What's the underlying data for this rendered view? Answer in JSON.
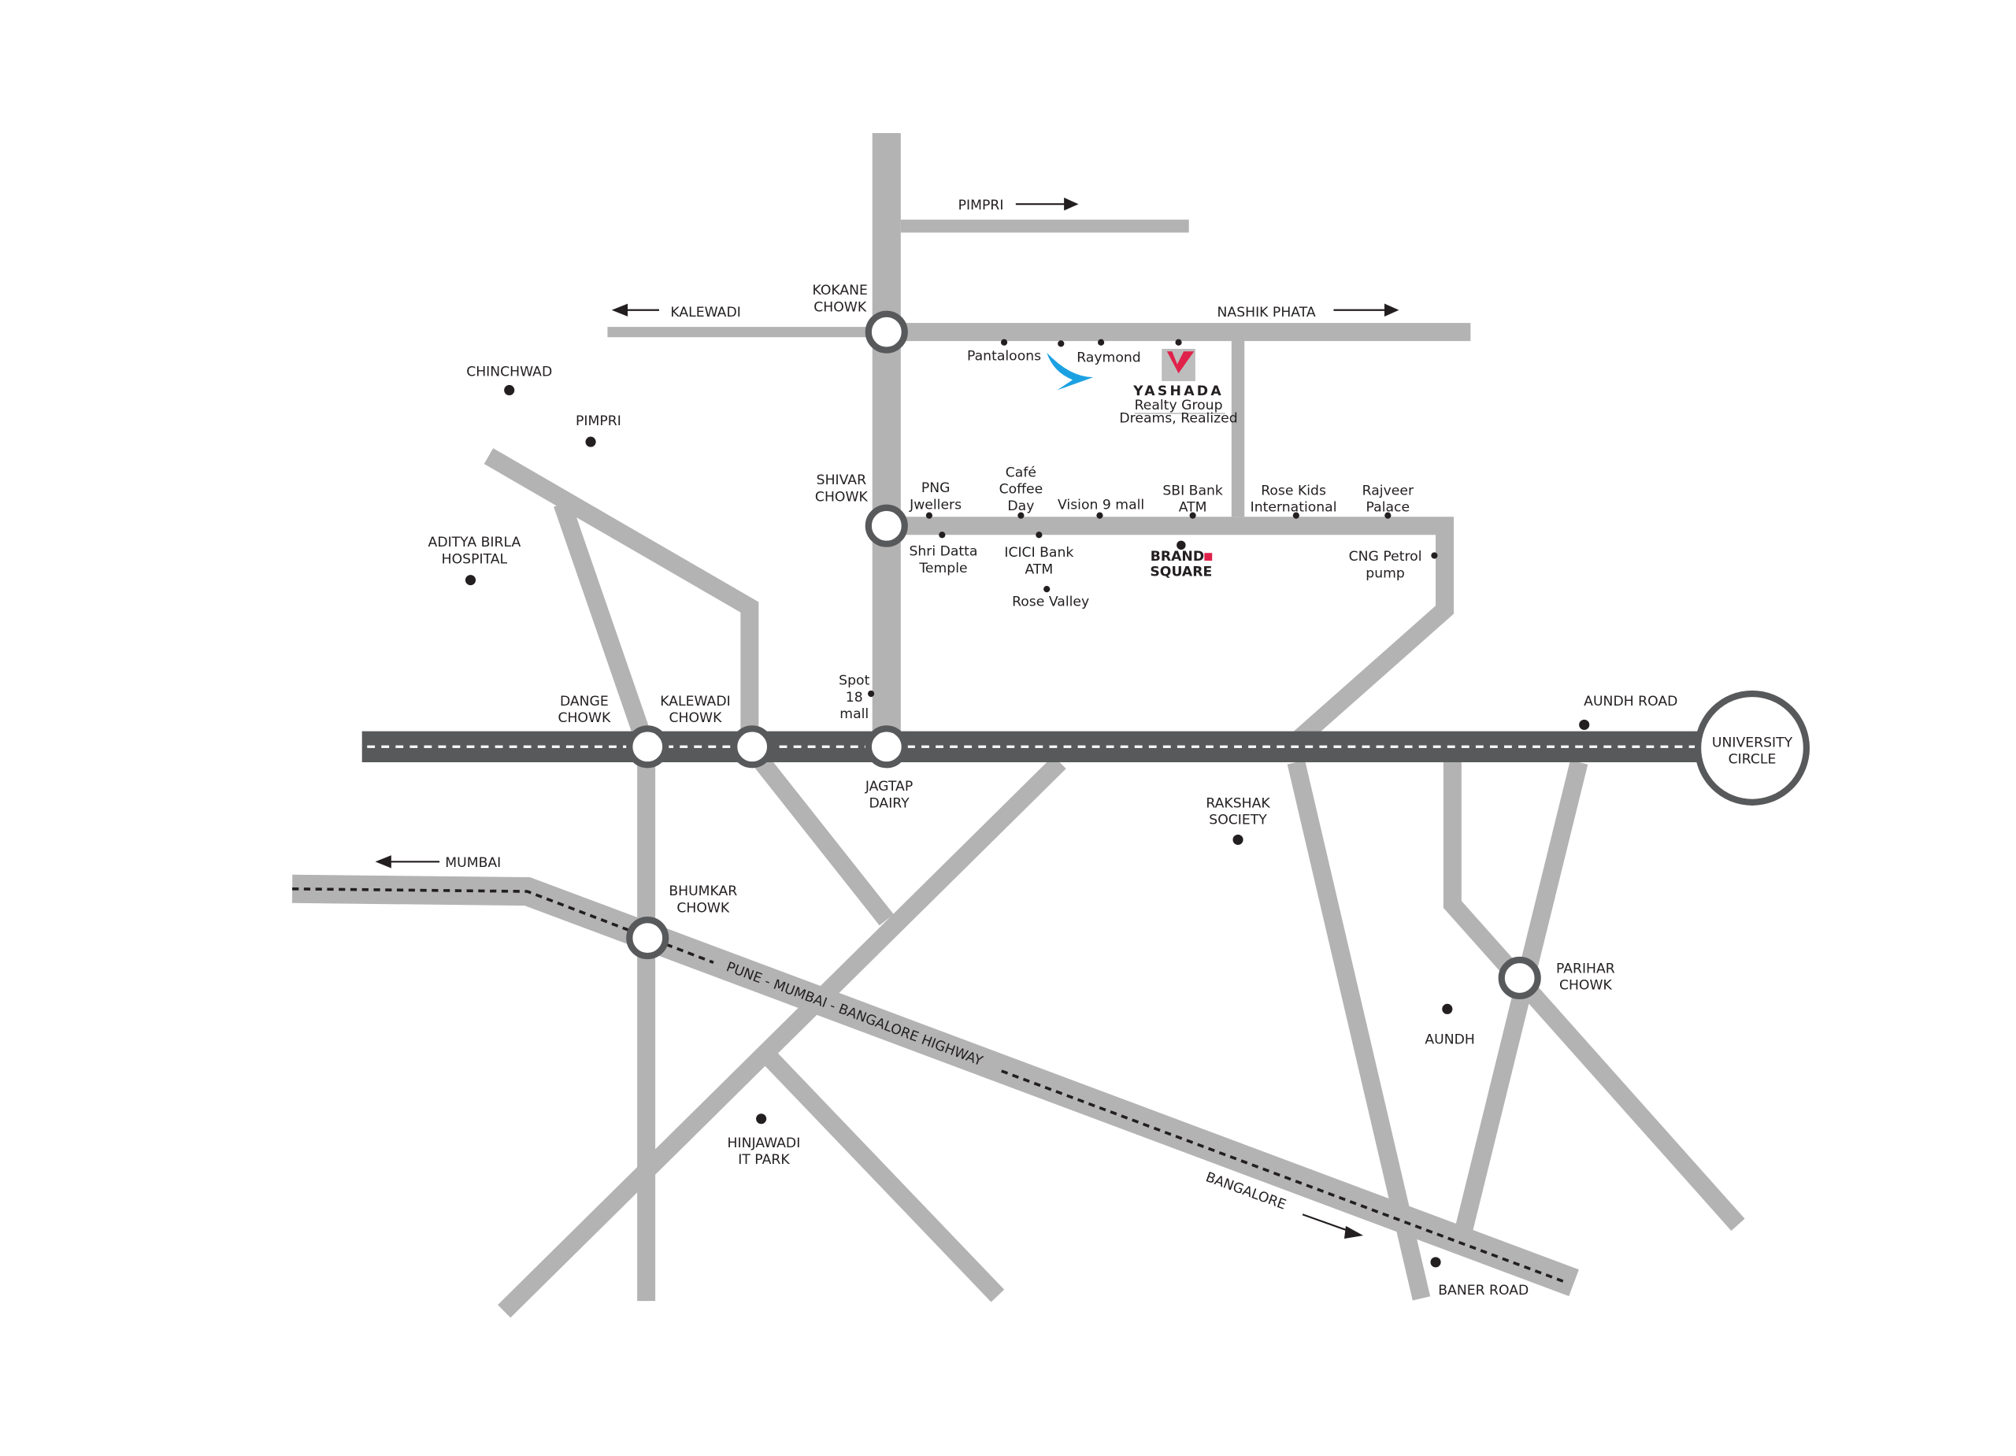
{
  "colors": {
    "road": "#b3b3b3",
    "main_road": "#58595b",
    "junction": "#58595b",
    "text": "#231f20",
    "brand_red": "#e0224a",
    "logo_blue": "#1ba1e2"
  },
  "directions": {
    "pimpri": "PIMPRI",
    "kalewadi": "KALEWADI",
    "nashik": "NASHIK PHATA",
    "mumbai": "MUMBAI",
    "bangalore": "BANGALORE"
  },
  "junctions": {
    "kokane": [
      "KOKANE",
      "CHOWK"
    ],
    "shivar": [
      "SHIVAR",
      "CHOWK"
    ],
    "dange": [
      "DANGE",
      "CHOWK"
    ],
    "kalewadi": [
      "KALEWADI",
      "CHOWK"
    ],
    "jagtap": [
      "JAGTAP",
      "DAIRY"
    ],
    "bhumkar": [
      "BHUMKAR",
      "CHOWK"
    ],
    "parihar": [
      "PARIHAR",
      "CHOWK"
    ],
    "university": [
      "UNIVERSITY",
      "CIRCLE"
    ]
  },
  "places": {
    "chinchwad": "CHINCHWAD",
    "pimpri": "PIMPRI",
    "aditya": [
      "ADITYA BIRLA",
      "HOSPITAL"
    ],
    "pantaloons": "Pantaloons",
    "raymond": "Raymond",
    "png": [
      "PNG",
      "Jwellers"
    ],
    "ccd": [
      "Café",
      "Coffee",
      "Day"
    ],
    "vision9": "Vision 9 mall",
    "sbi": [
      "SBI Bank",
      "ATM"
    ],
    "rosekids": [
      "Rose Kids",
      "International"
    ],
    "rajveer": [
      "Rajveer",
      "Palace"
    ],
    "shridatta": [
      "Shri Datta",
      "Temple"
    ],
    "icici": [
      "ICICI Bank",
      "ATM"
    ],
    "rosevalley": "Rose Valley",
    "cng": [
      "CNG Petrol",
      "pump"
    ],
    "spot18": [
      "Spot",
      "18",
      "mall"
    ],
    "aundhroad": "AUNDH ROAD",
    "rakshak": [
      "RAKSHAK",
      "SOCIETY"
    ],
    "aundh": "AUNDH",
    "hinjawadi": [
      "HINJAWADI",
      "IT PARK"
    ],
    "baner": "BANER ROAD"
  },
  "highway": "PUNE - MUMBAI - BANGALORE HIGHWAY",
  "logos": {
    "yashada": {
      "name": "YASHADA",
      "sub": "Realty Group",
      "tagline": "Dreams, Realized"
    },
    "brand_square": {
      "line1": "BRAND",
      "line2": "SQUARE"
    }
  }
}
